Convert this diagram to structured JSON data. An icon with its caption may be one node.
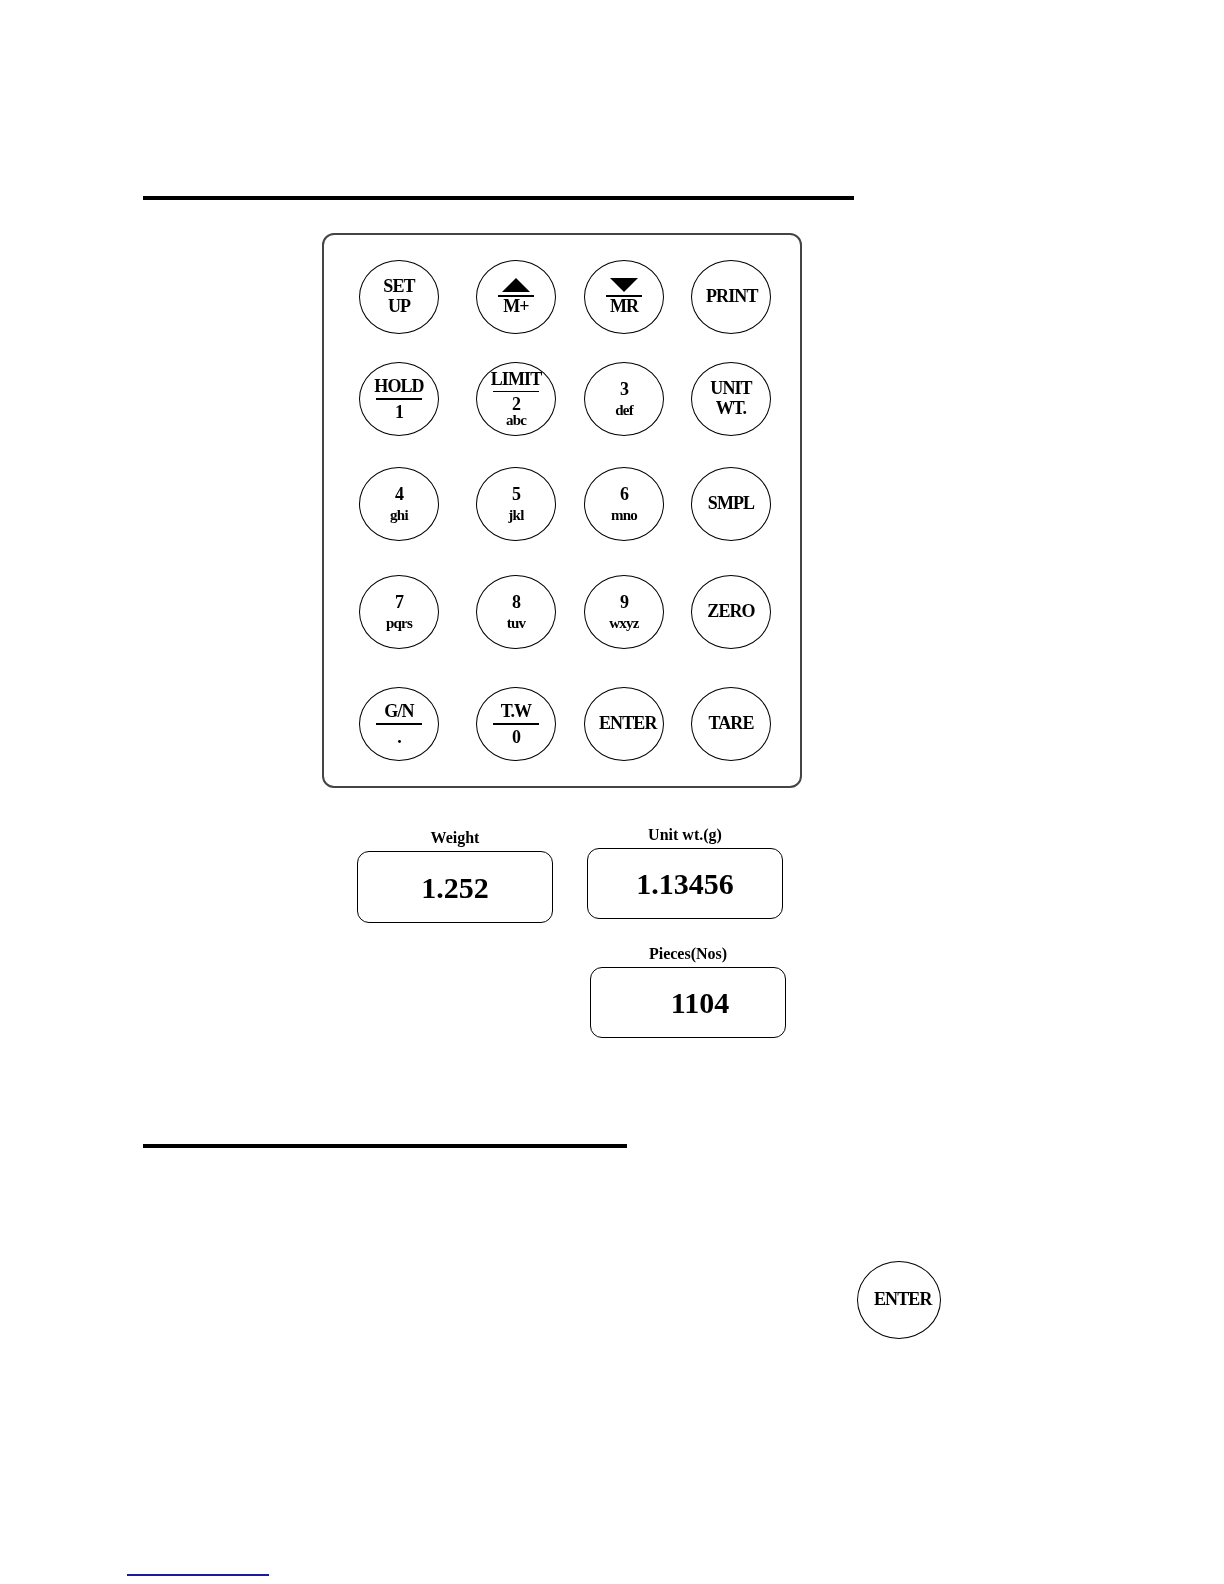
{
  "diagram": {
    "nodes": [
      {
        "text": [],
        "shape": "box"
      },
      {
        "text": [
          "SET UP"
        ],
        "in": 0
      },
      {
        "text": [
          "M+"
        ],
        "in": 0
      },
      {
        "text": [
          "MR"
        ],
        "in": 0
      },
      {
        "text": [
          "PRINT"
        ],
        "in": 0
      },
      {
        "text": [
          "HOLD",
          "1"
        ],
        "in": 0
      },
      {
        "text": [
          "LIMIT",
          "2",
          "abc"
        ],
        "in": 0
      },
      {
        "text": [
          "3",
          "def"
        ],
        "in": 0
      },
      {
        "text": [
          "UNIT WT."
        ],
        "in": 0
      },
      {
        "text": [
          "4",
          "ghi"
        ],
        "in": 0
      },
      {
        "text": [
          "5",
          "jkl"
        ],
        "in": 0
      },
      {
        "text": [
          "6",
          "mno"
        ],
        "in": 0
      },
      {
        "text": [
          "SMPL"
        ],
        "in": 0
      },
      {
        "text": [
          "7",
          "pqrs"
        ],
        "in": 0
      },
      {
        "text": [
          "8",
          "tuv"
        ],
        "in": 0
      },
      {
        "text": [
          "9",
          "wxyz"
        ],
        "in": 0
      },
      {
        "text": [
          "ZERO"
        ],
        "in": 0
      },
      {
        "text": [
          "G/N",
          "."
        ],
        "in": 0
      },
      {
        "text": [
          "T.W",
          "0"
        ],
        "in": 0
      },
      {
        "text": [
          "ENTER"
        ],
        "in": 0
      },
      {
        "text": [
          "TARE"
        ],
        "in": 0
      },
      {
        "text": [
          "Weight",
          "1.252"
        ]
      },
      {
        "text": [
          "Unit wt.(g)",
          "1.13456"
        ]
      },
      {
        "text": [
          "Pieces(Nos)",
          "1104"
        ]
      },
      {
        "text": [
          "ENTER"
        ]
      }
    ]
  }
}
